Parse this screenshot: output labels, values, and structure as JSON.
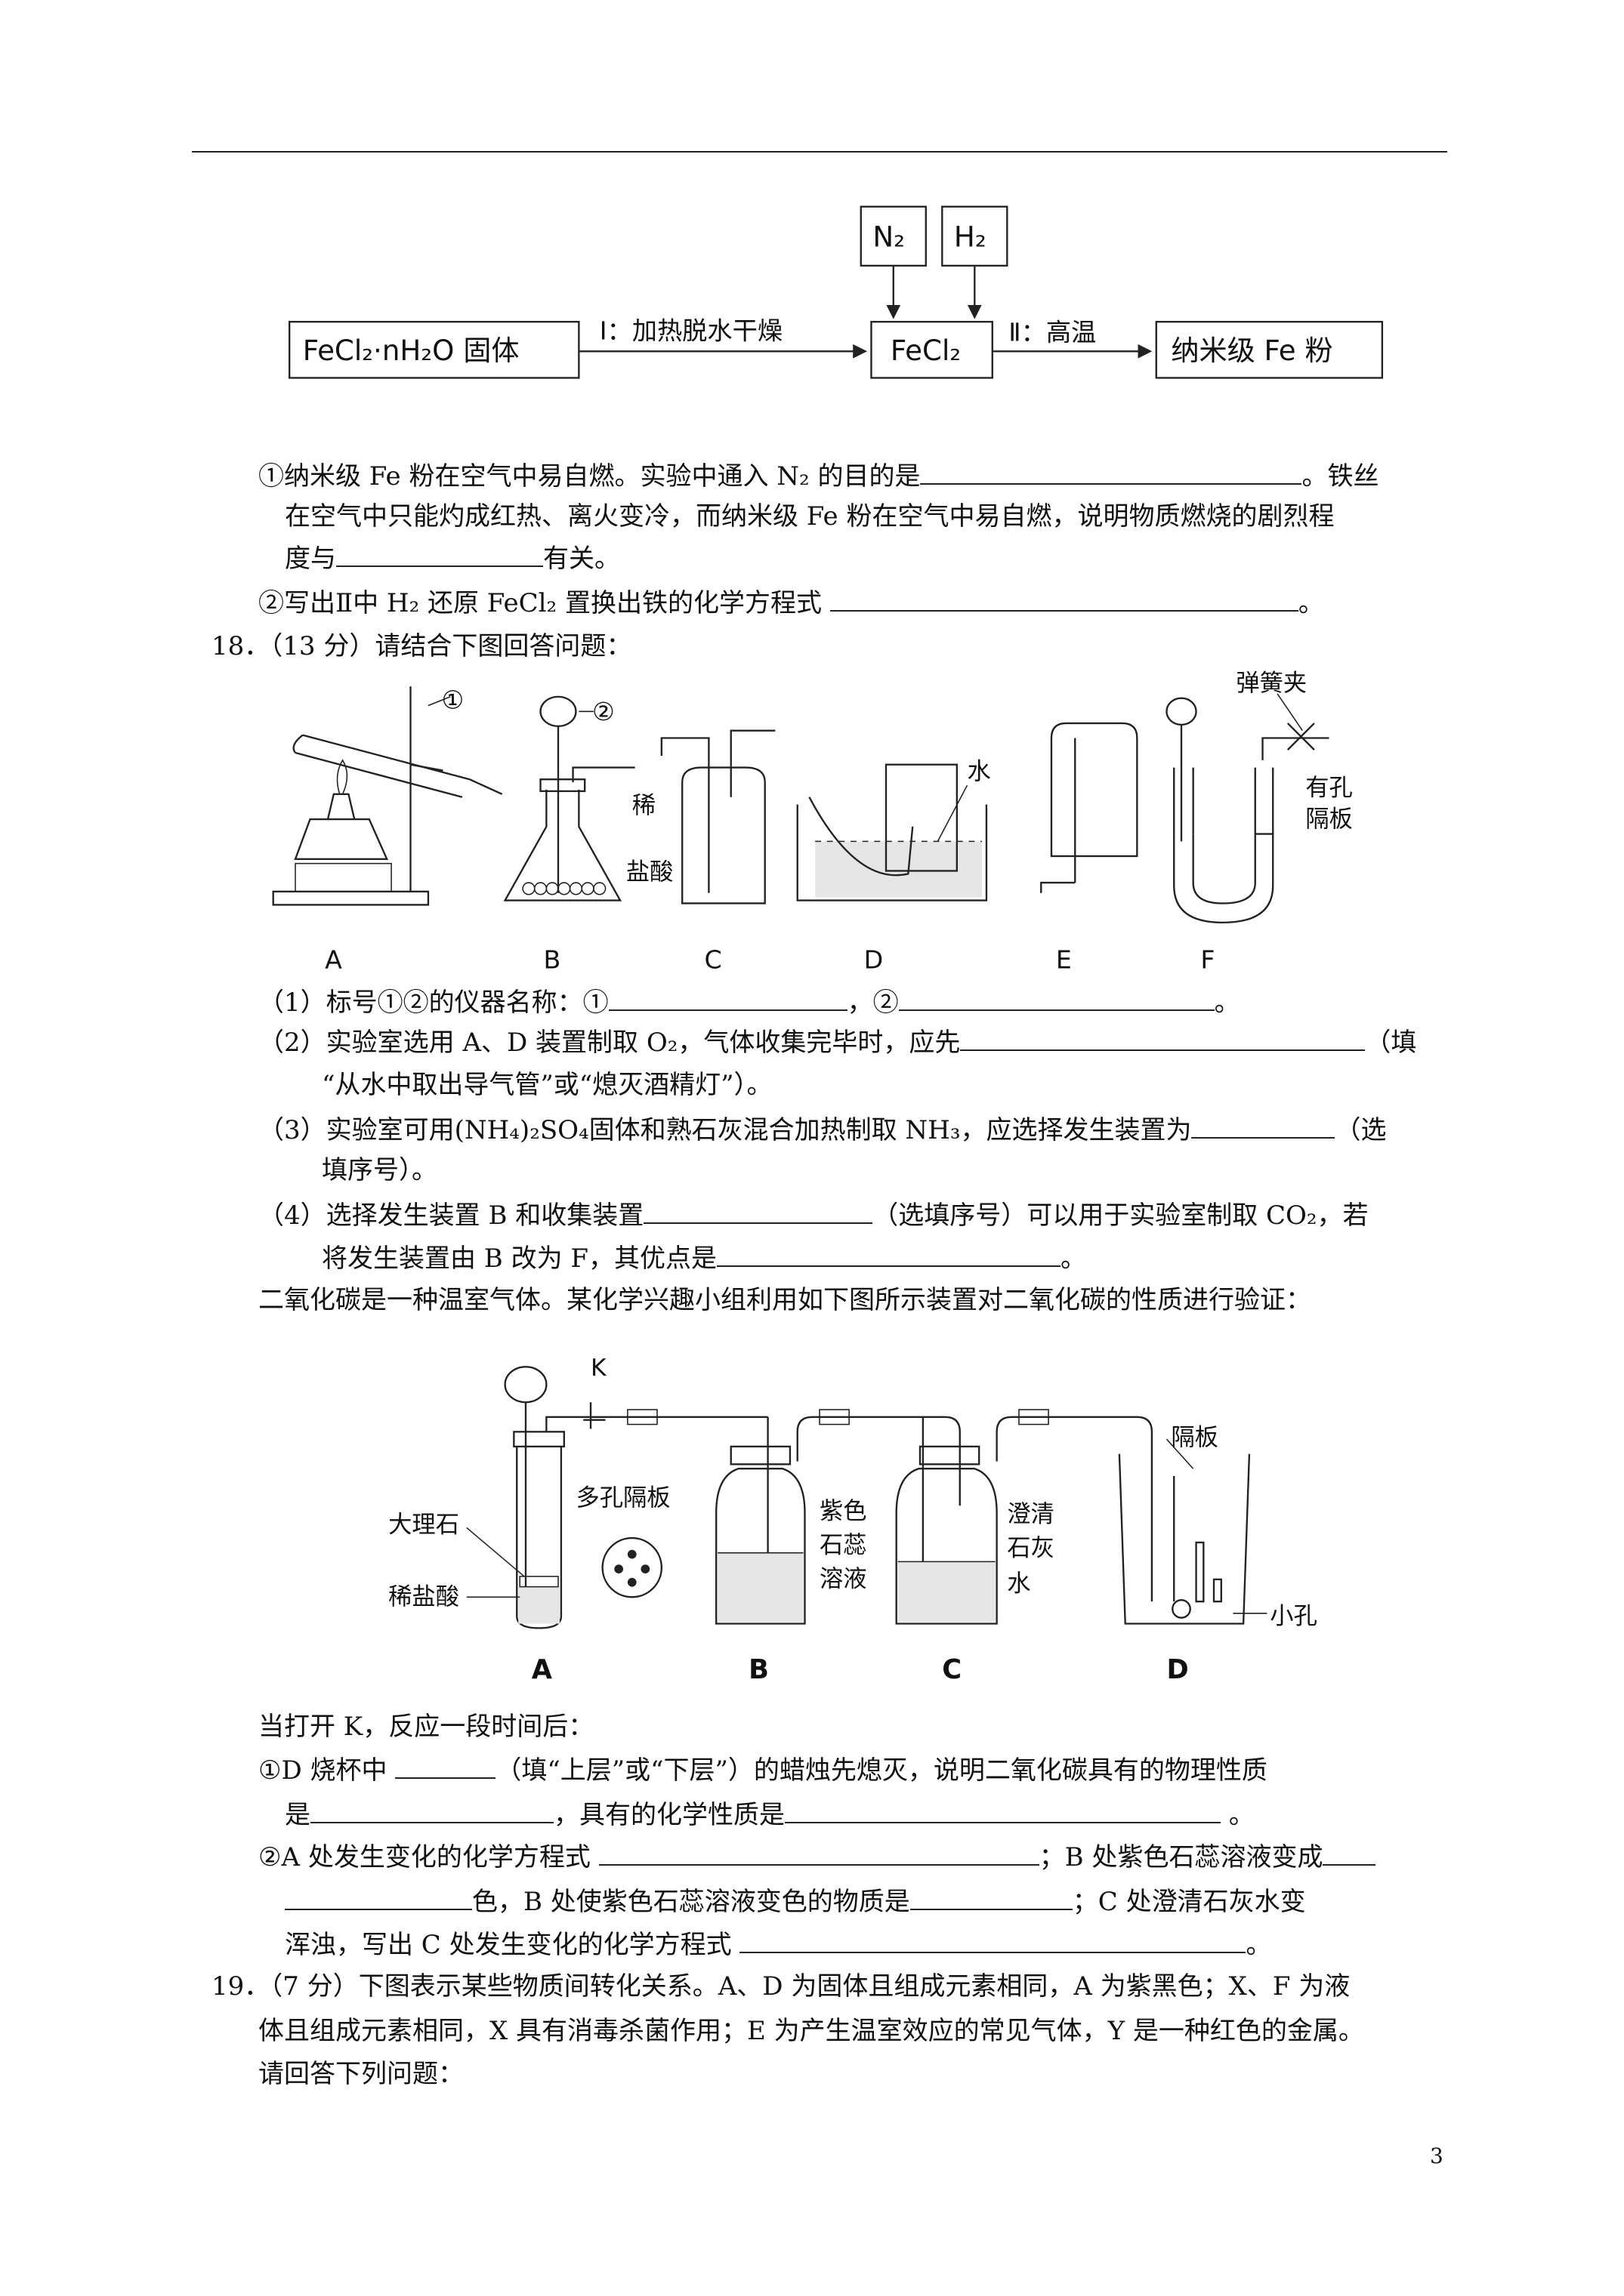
{
  "flow": {
    "start": "FeCl₂·nH₂O 固体",
    "step1": "Ⅰ：加热脱水干燥",
    "mid": "FeCl₂",
    "gas1": "N₂",
    "gas2": "H₂",
    "step2": "Ⅱ：高温",
    "end": "纳米级 Fe 粉"
  },
  "q17": {
    "l1a": "①纳米级 Fe 粉在空气中易自燃。实验中通入 N₂ 的目的是",
    "l1b": "。铁丝",
    "l2": "在空气中只能灼成红热、离火变冷，而纳米级 Fe 粉在空气中易自燃，说明物质燃烧的剧烈程",
    "l3a": "度与",
    "l3b": "有关。",
    "l4a": "②写出Ⅱ中 H₂ 还原 FeCl₂ 置换出铁的化学方程式",
    "l4b": "。"
  },
  "q18": {
    "title": "18．（13 分）请结合下图回答问题：",
    "fig1": {
      "labels": [
        "A",
        "B",
        "C",
        "D",
        "E",
        "F"
      ],
      "mark1": "①",
      "mark2": "②",
      "acid1": "稀",
      "acid2": "盐酸",
      "water": "水",
      "clamp": "弹簧夹",
      "plate1": "有孔",
      "plate2": "隔板"
    },
    "p1a": "（1）标号①②的仪器名称：①",
    "p1b": "，②",
    "p1c": "。",
    "p2a": "（2）实验室选用 A、D 装置制取 O₂，气体收集完毕时，应先",
    "p2b": "（填",
    "p2c": "“从水中取出导气管”或“熄灭酒精灯”）。",
    "p3a": "（3）实验室可用(NH₄)₂SO₄固体和熟石灰混合加热制取 NH₃，应选择发生装置为",
    "p3b": "（选",
    "p3c": "填序号）。",
    "p4a": "（4）选择发生装置 B 和收集装置",
    "p4b": "（选填序号）可以用于实验室制取 CO₂，若",
    "p4c": "将发生装置由 B 改为 F，其优点是",
    "p4d": "。",
    "intro": "二氧化碳是一种温室气体。某化学兴趣小组利用如下图所示装置对二氧化碳的性质进行验证：",
    "fig2": {
      "labels": [
        "A",
        "B",
        "C",
        "D"
      ],
      "k": "K",
      "porous": "多孔隔板",
      "marble": "大理石",
      "acid": "稀盐酸",
      "litmus": [
        "紫色",
        "石蕊",
        "溶液"
      ],
      "lime": [
        "澄清",
        "石灰",
        "水"
      ],
      "plate": "隔板",
      "hole": "小孔"
    },
    "open": "当打开 K，反应一段时间后：",
    "s1a": "①D 烧杯中",
    "s1b": "（填“上层”或“下层”）的蜡烛先熄灭，说明二氧化碳具有的物理性质",
    "s1c": "是",
    "s1d": "，具有的化学性质是",
    "s1e": "。",
    "s2a": "②A 处发生变化的化学方程式",
    "s2b": "；B 处紫色石蕊溶液变成",
    "s2c": "色，B 处使紫色石蕊溶液变色的物质是",
    "s2d": "；C 处澄清石灰水变",
    "s2e": "浑浊，写出 C 处发生变化的化学方程式",
    "s2f": "。"
  },
  "q19": {
    "l1": "19．（7 分）下图表示某些物质间转化关系。A、D 为固体且组成元素相同，A 为紫黑色；X、F 为液",
    "l2": "体且组成元素相同，X 具有消毒杀菌作用；E 为产生温室效应的常见气体，Y 是一种红色的金属。",
    "l3": "请回答下列问题："
  },
  "page_number": "3"
}
